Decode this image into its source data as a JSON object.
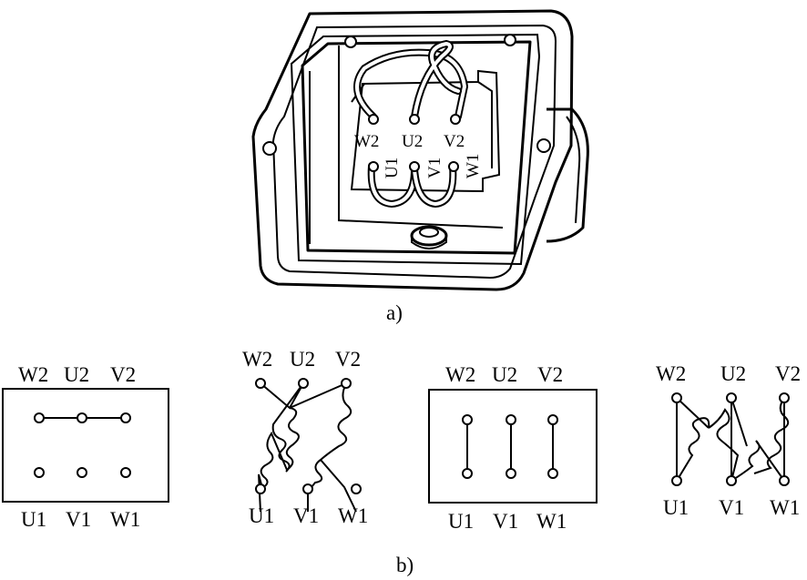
{
  "caption_a": "a)",
  "caption_b": "b)",
  "photo": {
    "top": [
      "W2",
      "U2",
      "V2"
    ],
    "bottom": [
      "U1",
      "V1",
      "W1"
    ]
  },
  "star_box": {
    "top": [
      "W2",
      "U2",
      "V2"
    ],
    "bottom": [
      "U1",
      "V1",
      "W1"
    ]
  },
  "star_schematic": {
    "top": [
      "W2",
      "U2",
      "V2"
    ],
    "bottom": [
      "U1",
      "V1",
      "W1"
    ]
  },
  "delta_box": {
    "top": [
      "W2",
      "U2",
      "V2"
    ],
    "bottom": [
      "U1",
      "V1",
      "W1"
    ]
  },
  "delta_schematic": {
    "top": [
      "W2",
      "U2",
      "V2"
    ],
    "bottom": [
      "U1",
      "V1",
      "W1"
    ]
  }
}
